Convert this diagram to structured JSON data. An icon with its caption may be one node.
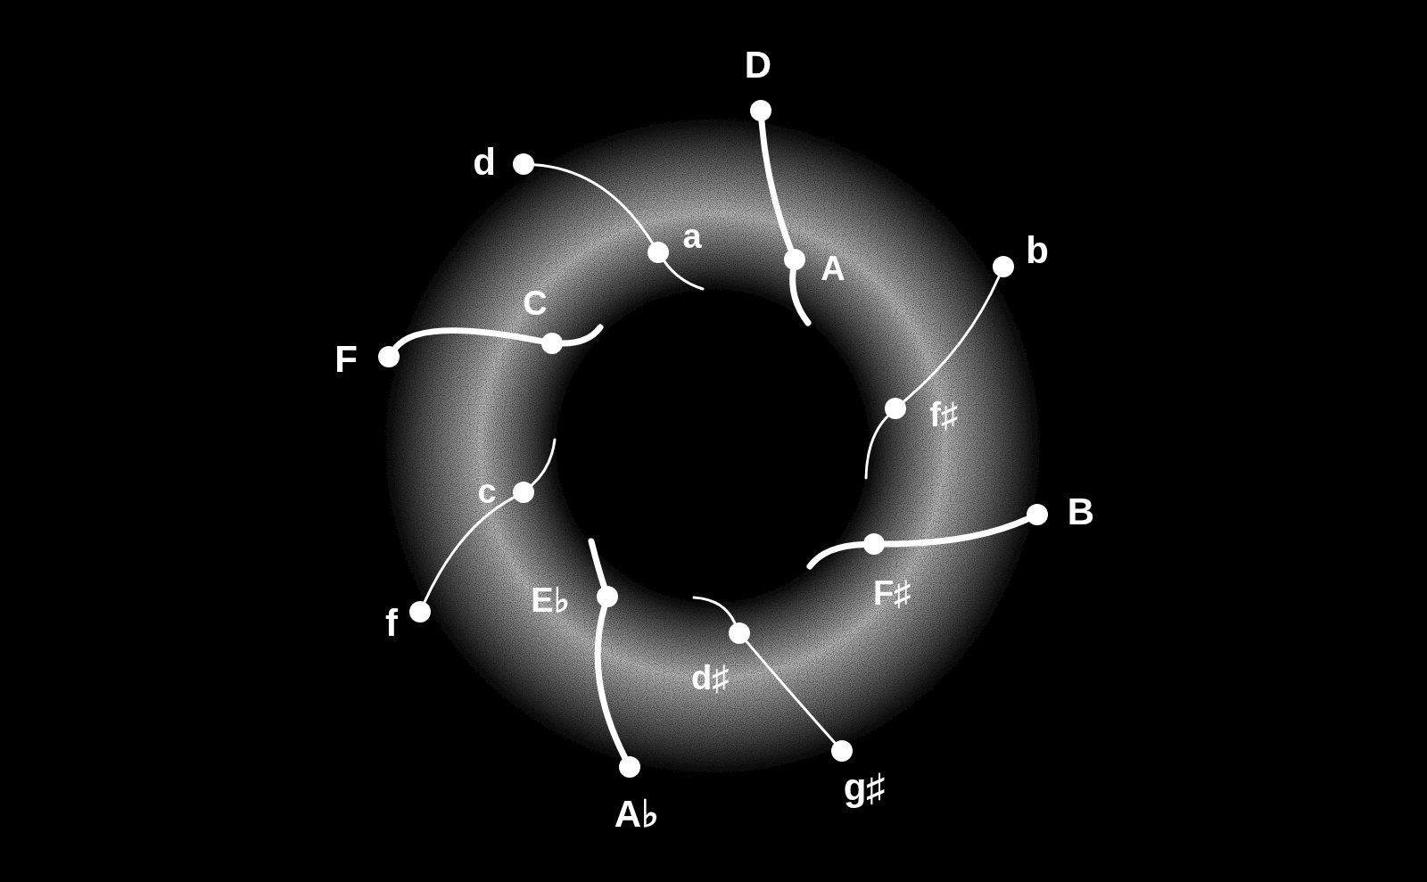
{
  "diagram": {
    "nodes": [
      {
        "text": [
          "D"
        ]
      },
      {
        "text": [
          "A"
        ]
      },
      {
        "text": [
          "d"
        ]
      },
      {
        "text": [
          "a"
        ]
      },
      {
        "text": [
          "b"
        ]
      },
      {
        "text": [
          "f♯"
        ]
      },
      {
        "text": [
          "F"
        ]
      },
      {
        "text": [
          "C"
        ]
      },
      {
        "text": [
          "B"
        ]
      },
      {
        "text": [
          "F♯"
        ]
      },
      {
        "text": [
          "f"
        ]
      },
      {
        "text": [
          "c"
        ]
      },
      {
        "text": [
          "A♭"
        ]
      },
      {
        "text": [
          "E♭"
        ]
      },
      {
        "text": [
          "g♯"
        ]
      },
      {
        "text": [
          "d♯"
        ]
      }
    ],
    "edges": [
      {
        "from": 0,
        "to": 1,
        "arrow": "none",
        "style": "thick"
      },
      {
        "from": 2,
        "to": 3,
        "arrow": "none"
      },
      {
        "from": 4,
        "to": 5,
        "arrow": "none"
      },
      {
        "from": 6,
        "to": 7,
        "arrow": "none",
        "style": "thick"
      },
      {
        "from": 8,
        "to": 9,
        "arrow": "none",
        "style": "thick"
      },
      {
        "from": 10,
        "to": 11,
        "arrow": "none"
      },
      {
        "from": 12,
        "to": 13,
        "arrow": "none",
        "style": "thick"
      },
      {
        "from": 14,
        "to": 15,
        "arrow": "none"
      },
      {
        "from": 1,
        "to": null,
        "arrow": "none",
        "style": "thick"
      },
      {
        "from": 3,
        "to": null,
        "arrow": "none"
      },
      {
        "from": 5,
        "to": null,
        "arrow": "none"
      },
      {
        "from": 7,
        "to": null,
        "arrow": "none",
        "style": "thick"
      },
      {
        "from": 9,
        "to": null,
        "arrow": "none",
        "style": "thick"
      },
      {
        "from": 11,
        "to": null,
        "arrow": "none"
      },
      {
        "from": 13,
        "to": null,
        "arrow": "none",
        "style": "thick"
      },
      {
        "from": 15,
        "to": null,
        "arrow": "none"
      }
    ]
  }
}
